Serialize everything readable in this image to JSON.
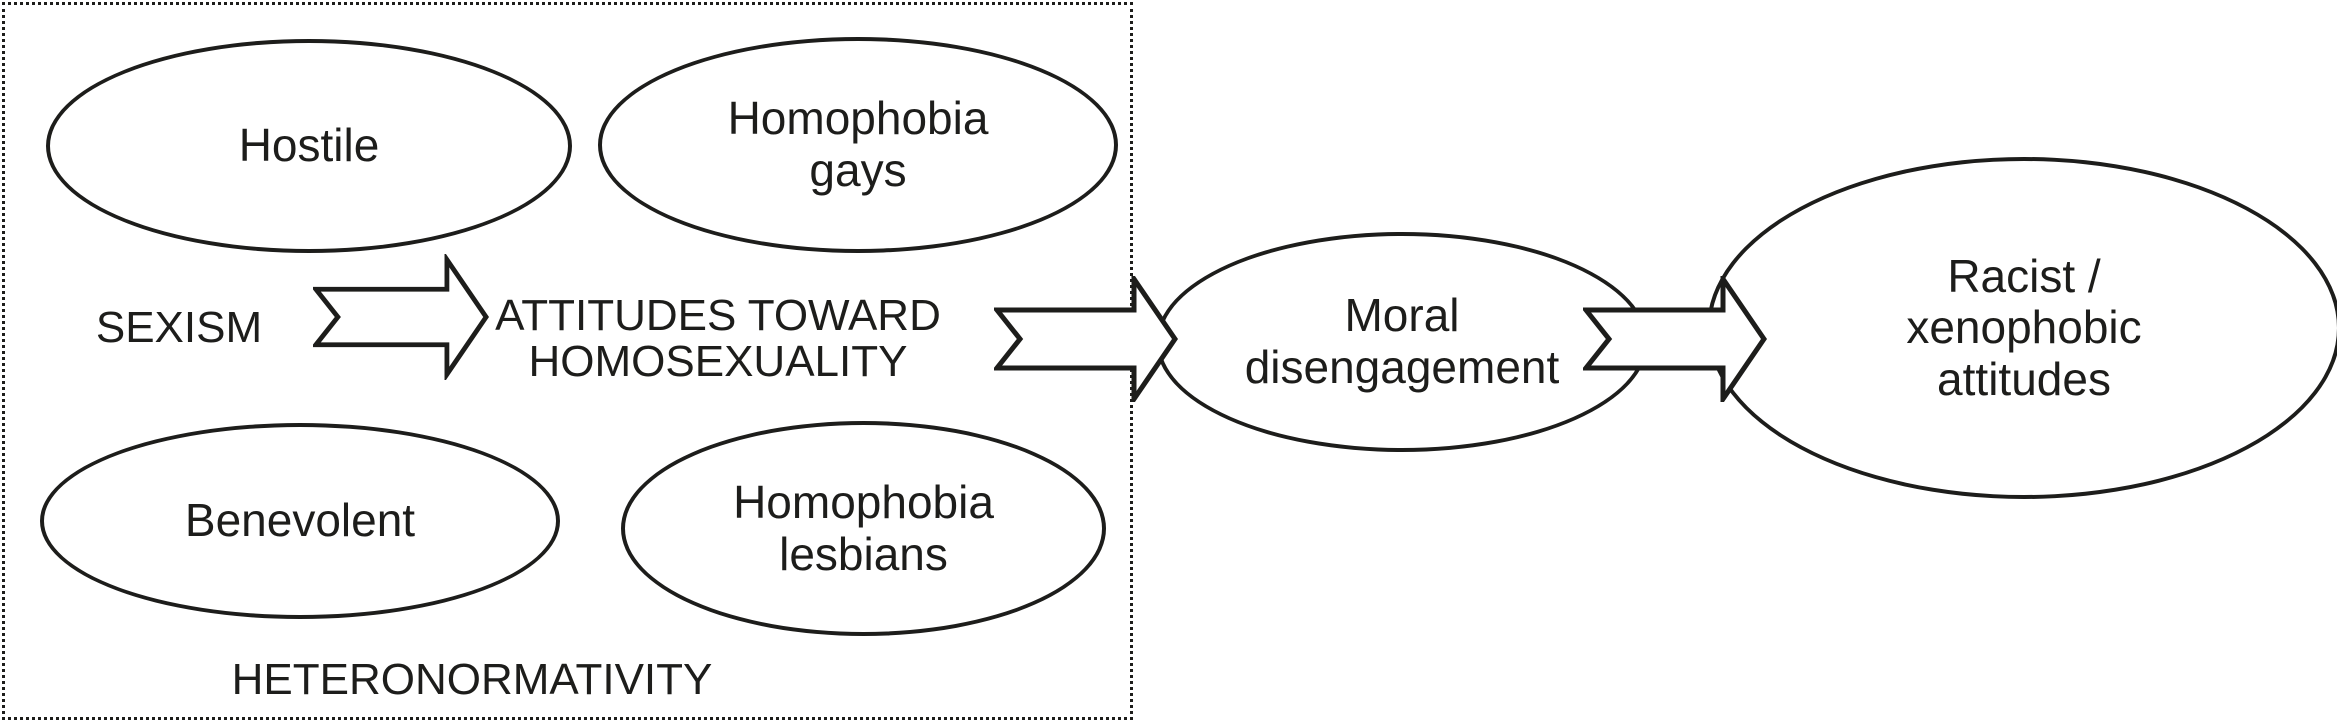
{
  "diagram": {
    "colors": {
      "ink": "#1d1d1b",
      "background": "#ffffff"
    },
    "heteronormativity_box": {
      "label": "HETERONORMATIVITY"
    },
    "labels": {
      "sexism": "SEXISM",
      "attitudes_toward_homosexuality": "ATTITUDES TOWARD\nHOMOSEXUALITY"
    },
    "nodes": {
      "hostile": "Hostile",
      "homophobia_gays": "Homophobia\ngays",
      "benevolent": "Benevolent",
      "homophobia_lesbians": "Homophobia\nlesbians",
      "moral_disengagement": "Moral\ndisengagement",
      "racist_xenophobic_attitudes": "Racist /\nxenophobic\nattitudes"
    }
  }
}
